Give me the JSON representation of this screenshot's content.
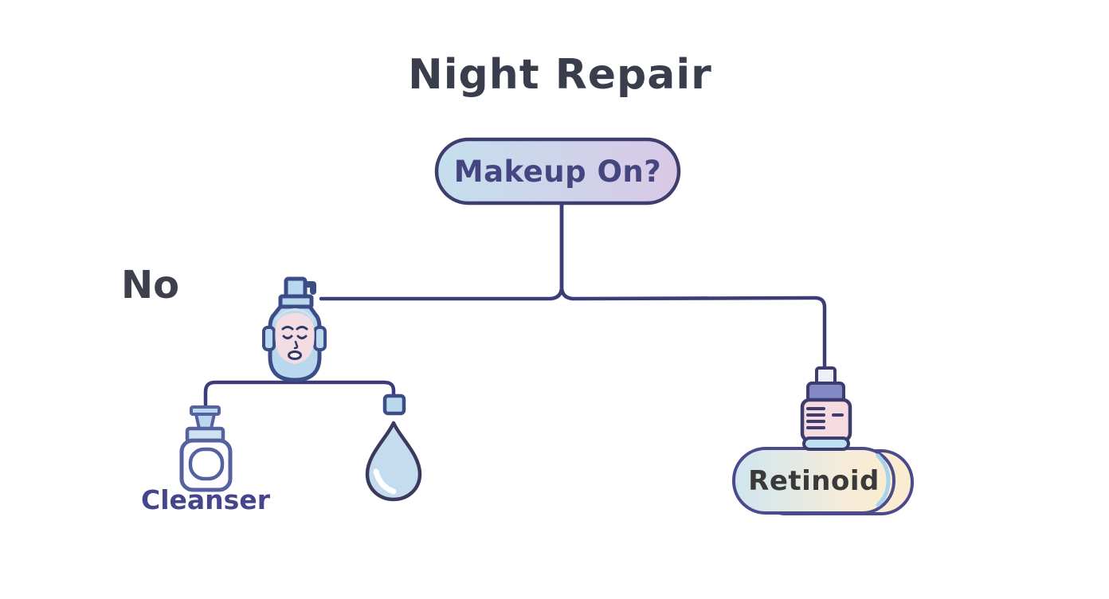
{
  "page": {
    "title": "Night Repair"
  },
  "flowchart": {
    "decision_node": {
      "label": "Makeup On?"
    },
    "no_branch": {
      "label": "No",
      "icon": "spa-face-pump-bottle-icon",
      "steps": [
        {
          "label": "Cleanser",
          "icon": "cleanser-bottle-icon"
        },
        {
          "icon": "water-drop-icon"
        }
      ]
    },
    "yes_branch": {
      "result_node": {
        "label": "Retinoid",
        "icon": "serum-bottle-icon"
      }
    }
  },
  "colors": {
    "background": "#ffffff",
    "connector_line": "#3c3c78",
    "title_text": "#3a3d4c",
    "no_text": "#3d414e",
    "decision_border": "#3d3d6e",
    "decision_text": "#454580",
    "decision_gradient_left": "#c4dfee",
    "decision_gradient_right": "#d9c9e6",
    "cleanser_text": "#45458c",
    "retinoid_text": "#3a3a3a",
    "retinoid_border": "#4a4a8c",
    "retinoid_gradient_left": "#cfe6f0",
    "retinoid_gradient_right": "#faeccf",
    "icon_light_blue": "#b9d8ee",
    "icon_pale_blue": "#cfe3f2",
    "icon_skin_pink": "#f4dde2",
    "icon_body_pink": "#f5dbdf",
    "icon_purple_cap": "#8289c4",
    "icon_navy_outline": "#3c4c86",
    "drop_outline": "#3a3a5e",
    "cleanser_outline": "#56619f"
  }
}
